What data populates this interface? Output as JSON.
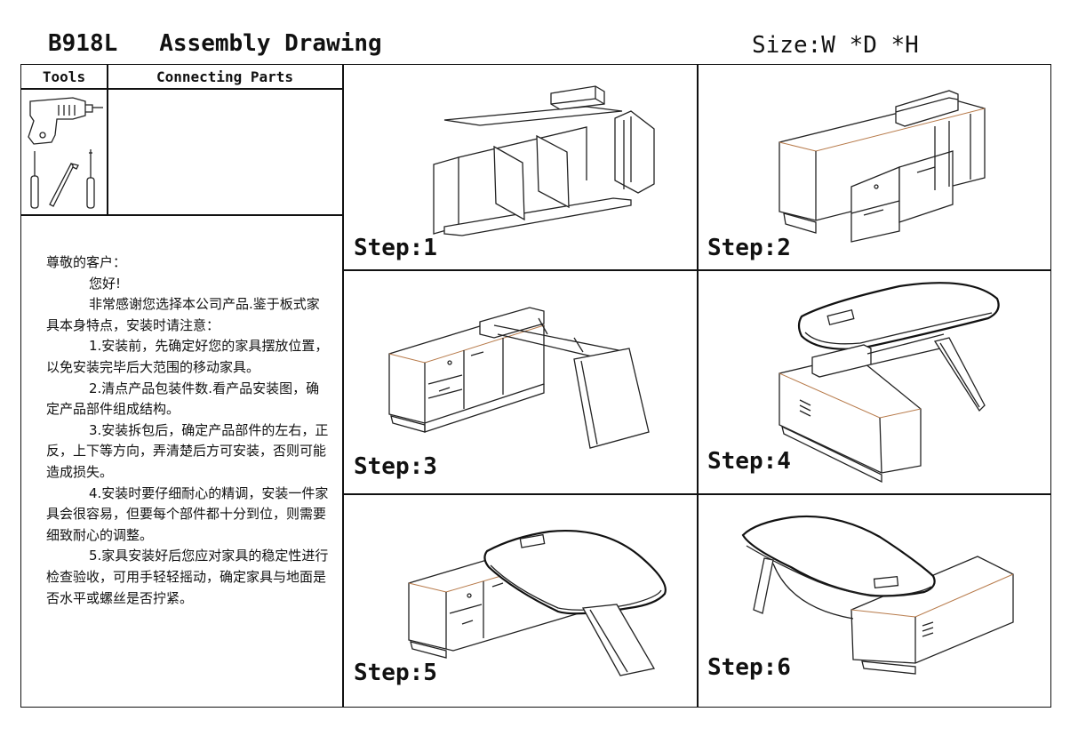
{
  "header": {
    "model": "B918L",
    "title": "Assembly Drawing",
    "size": "Size:W *D *H"
  },
  "left_panel": {
    "tools_header": "Tools",
    "parts_header": "Connecting Parts",
    "tool_icons": [
      "drill-icon",
      "screwdriver-icon",
      "allen-key-icon",
      "phillips-screwdriver-icon"
    ],
    "notes": [
      "尊敬的客户：",
      "您好!",
      "非常感谢您选择本公司产品.鉴于板式家具本身特点，安装时请注意：",
      "1.安装前，先确定好您的家具摆放位置，以免安装完毕后大范围的移动家具。",
      "2.清点产品包装件数.看产品安装图，确定产品部件组成结构。",
      "3.安装拆包后，确定产品部件的左右，正反，上下等方向，弄清楚后方可安装，否则可能造成损失。",
      "4.安装时要仔细耐心的精调，安装一件家具会很容易，但要每个部件都十分到位，则需要细致耐心的调整。",
      "5.家具安装好后您应对家具的稳定性进行检查验收，可用手轻轻摇动，确定家具与地面是否水平或螺丝是否拧紧。"
    ]
  },
  "steps": [
    {
      "label": "Step:1"
    },
    {
      "label": "Step:2"
    },
    {
      "label": "Step:3"
    },
    {
      "label": "Step:4"
    },
    {
      "label": "Step:5"
    },
    {
      "label": "Step:6"
    }
  ],
  "colors": {
    "line": "#111111",
    "wood_edge": "#b77a4a",
    "background": "#ffffff"
  }
}
